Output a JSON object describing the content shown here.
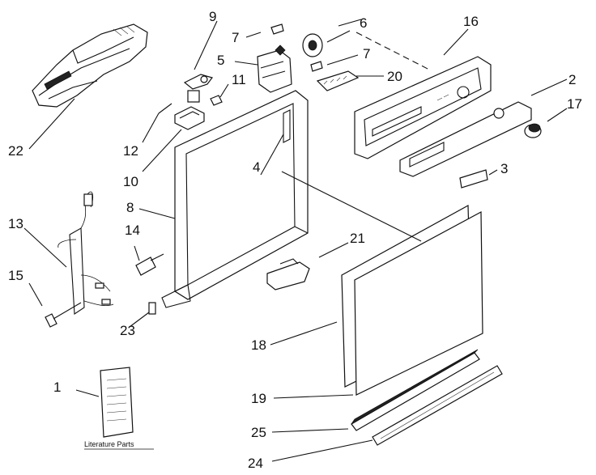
{
  "diagram": {
    "caption": "Literature Parts",
    "callouts": [
      {
        "id": "1",
        "label": "1"
      },
      {
        "id": "2",
        "label": "2"
      },
      {
        "id": "3",
        "label": "3"
      },
      {
        "id": "4",
        "label": "4"
      },
      {
        "id": "5",
        "label": "5"
      },
      {
        "id": "6",
        "label": "6"
      },
      {
        "id": "7a",
        "label": "7"
      },
      {
        "id": "7b",
        "label": "7"
      },
      {
        "id": "8",
        "label": "8"
      },
      {
        "id": "9",
        "label": "9"
      },
      {
        "id": "10",
        "label": "10"
      },
      {
        "id": "11",
        "label": "11"
      },
      {
        "id": "12",
        "label": "12"
      },
      {
        "id": "13",
        "label": "13"
      },
      {
        "id": "14",
        "label": "14"
      },
      {
        "id": "15",
        "label": "15"
      },
      {
        "id": "16",
        "label": "16"
      },
      {
        "id": "17",
        "label": "17"
      },
      {
        "id": "18",
        "label": "18"
      },
      {
        "id": "19",
        "label": "19"
      },
      {
        "id": "20",
        "label": "20"
      },
      {
        "id": "21",
        "label": "21"
      },
      {
        "id": "22",
        "label": "22"
      },
      {
        "id": "23",
        "label": "23"
      },
      {
        "id": "24",
        "label": "24"
      },
      {
        "id": "25",
        "label": "25"
      }
    ]
  }
}
